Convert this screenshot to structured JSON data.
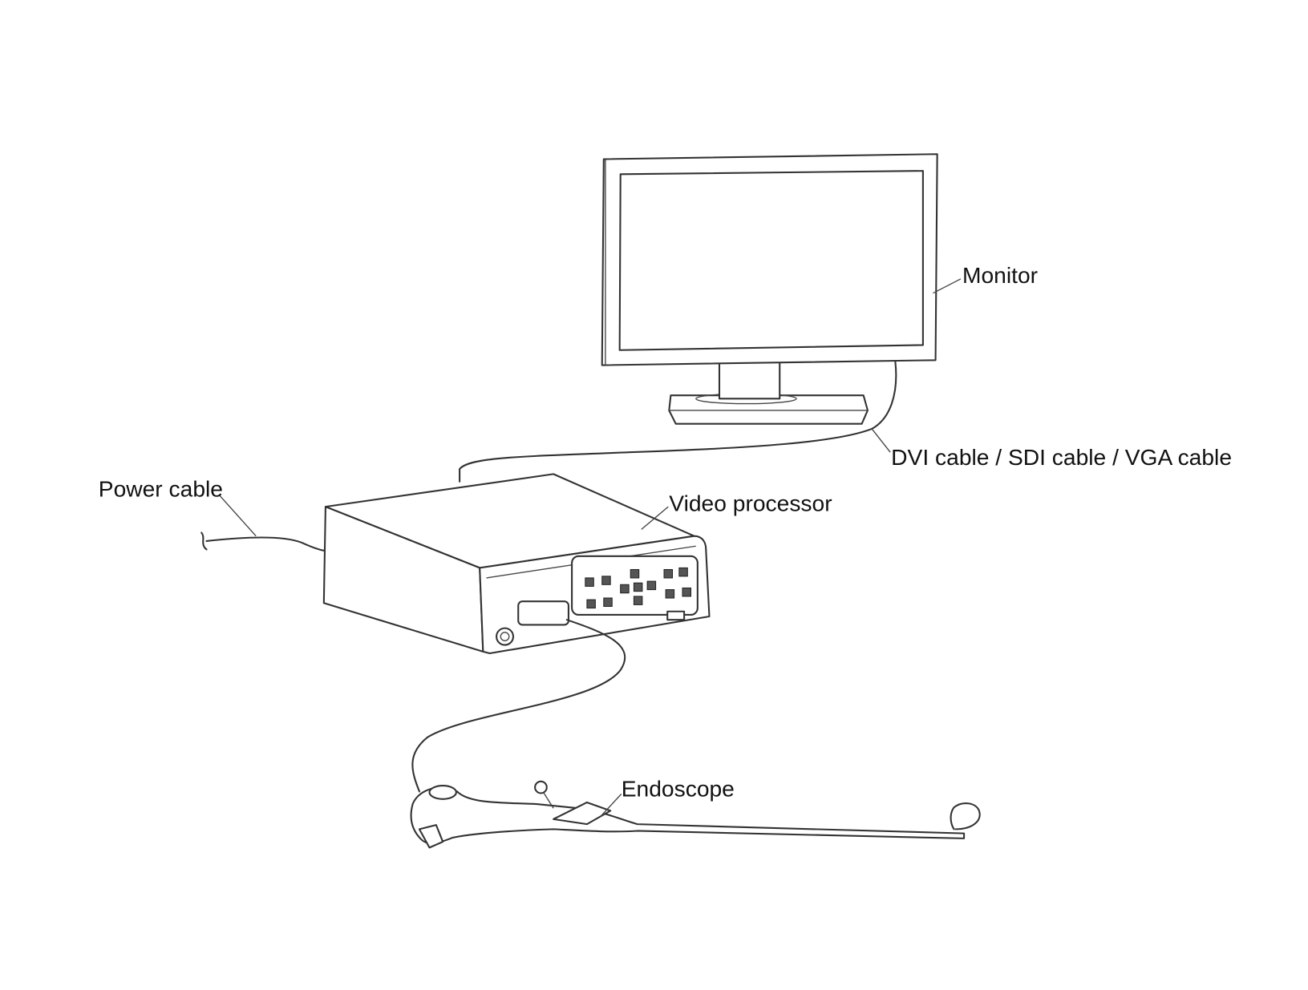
{
  "diagram": {
    "labels": {
      "monitor": "Monitor",
      "video_cable": "DVI cable / SDI cable / VGA cable",
      "power_cable": "Power cable",
      "video_processor": "Video processor",
      "endoscope": "Endoscope"
    },
    "colors": {
      "line": "#333333",
      "background": "#ffffff"
    }
  }
}
